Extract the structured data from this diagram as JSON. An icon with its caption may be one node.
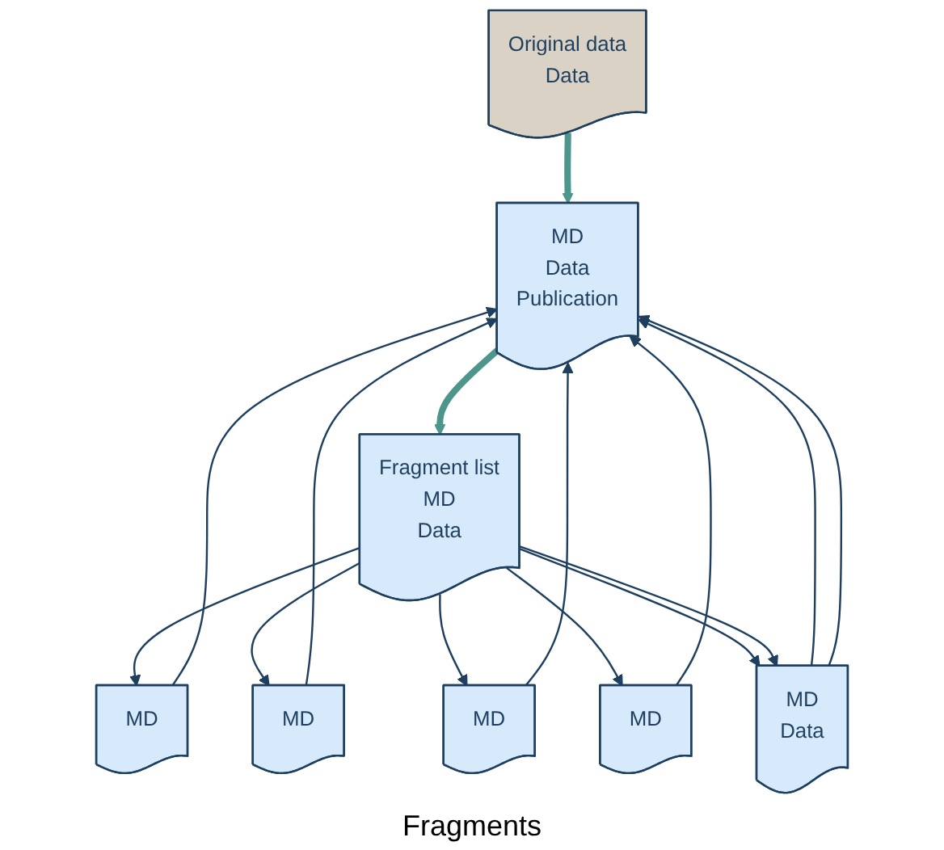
{
  "diagram": {
    "nodes": [
      {
        "text": [
          "Original data",
          "Data"
        ]
      },
      {
        "text": [
          "Fragment list",
          "MD",
          "Data"
        ]
      },
      {
        "text": [
          "MD",
          "Data",
          "Publication"
        ]
      },
      {
        "text": [
          "MD"
        ]
      },
      {
        "text": [
          "MD"
        ]
      },
      {
        "text": [
          "MD"
        ]
      },
      {
        "text": [
          "MD"
        ]
      },
      {
        "text": [
          "MD",
          "Data"
        ]
      }
    ],
    "edges": [
      {
        "from": 0,
        "to": 2,
        "arrow": "to",
        "style": "thick",
        "color": "#4e968c"
      },
      {
        "from": 2,
        "to": 1,
        "arrow": "to",
        "style": "thick",
        "color": "#4e968c"
      },
      {
        "from": 1,
        "to": 3,
        "arrow": "to"
      },
      {
        "from": 1,
        "to": 4,
        "arrow": "to"
      },
      {
        "from": 1,
        "to": 5,
        "arrow": "to"
      },
      {
        "from": 1,
        "to": 6,
        "arrow": "to"
      },
      {
        "from": 1,
        "to": 7,
        "arrow": "to"
      },
      {
        "from": 1,
        "to": 7,
        "arrow": "to"
      },
      {
        "from": 3,
        "to": 2,
        "arrow": "to"
      },
      {
        "from": 4,
        "to": 2,
        "arrow": "to"
      },
      {
        "from": 5,
        "to": 2,
        "arrow": "to"
      },
      {
        "from": 6,
        "to": 2,
        "arrow": "to"
      },
      {
        "from": 7,
        "to": 2,
        "arrow": "to"
      },
      {
        "from": 7,
        "to": 2,
        "arrow": "to"
      }
    ],
    "labels": [
      "Fragments"
    ]
  }
}
